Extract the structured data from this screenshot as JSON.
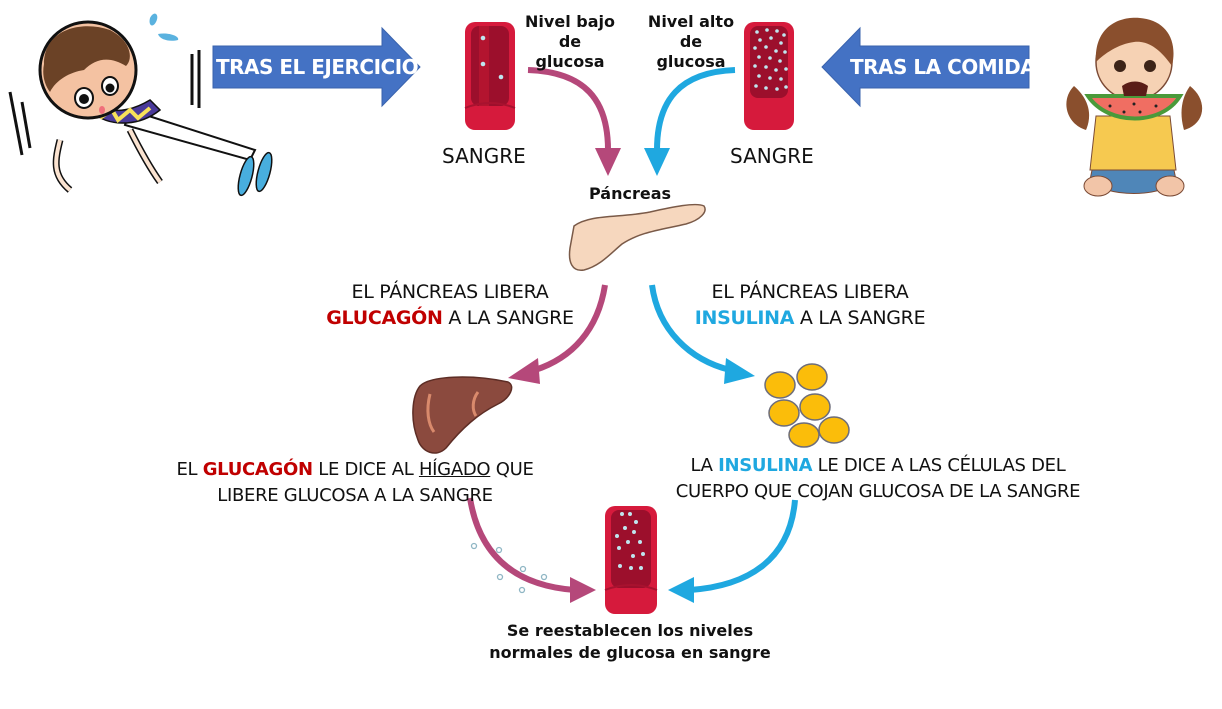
{
  "colors": {
    "block_arrow": "#4472c4",
    "glucagon_path": "#b5487a",
    "insulin_path": "#1fa8e0",
    "glucagon_text": "#c00000",
    "insulin_text": "#1fa8e0",
    "blood_vessel": "#d61a3c",
    "blood_vessel_inner": "#9c0f2c"
  },
  "left_trigger": {
    "label": "TRAS EL EJERCICIO",
    "illustration": "boy-doing-pushups"
  },
  "right_trigger": {
    "label": "TRAS LA COMIDA",
    "illustration": "girl-eating-watermelon"
  },
  "low_glucose": {
    "label_line1": "Nivel bajo",
    "label_line2": "de glucosa",
    "vessel_label": "SANGRE"
  },
  "high_glucose": {
    "label_line1": "Nivel alto",
    "label_line2": "de glucosa",
    "vessel_label": "SANGRE"
  },
  "pancreas": {
    "label": "Páncreas"
  },
  "glucagon_release": {
    "line1": "EL PÁNCREAS LIBERA",
    "hormone": "GLUCAGÓN",
    "line2_rest": " A LA SANGRE"
  },
  "insulin_release": {
    "line1": "EL PÁNCREAS LIBERA",
    "hormone": "INSULINA",
    "line2_rest": " A LA SANGRE"
  },
  "liver_caption": {
    "prefix": "EL ",
    "hormone": "GLUCAGÓN",
    "middle": " LE DICE AL ",
    "organ": "HÍGADO",
    "suffix": " QUE",
    "line2": "LIBERE GLUCOSA A LA SANGRE"
  },
  "cells_caption": {
    "prefix": "LA ",
    "hormone": "INSULINA",
    "suffix": " LE DICE A LAS CÉLULAS DEL",
    "line2": "CUERPO QUE COJAN GLUCOSA DE LA SANGRE"
  },
  "result": {
    "line1": "Se reestablecen los niveles",
    "line2": "normales de glucosa en sangre"
  }
}
